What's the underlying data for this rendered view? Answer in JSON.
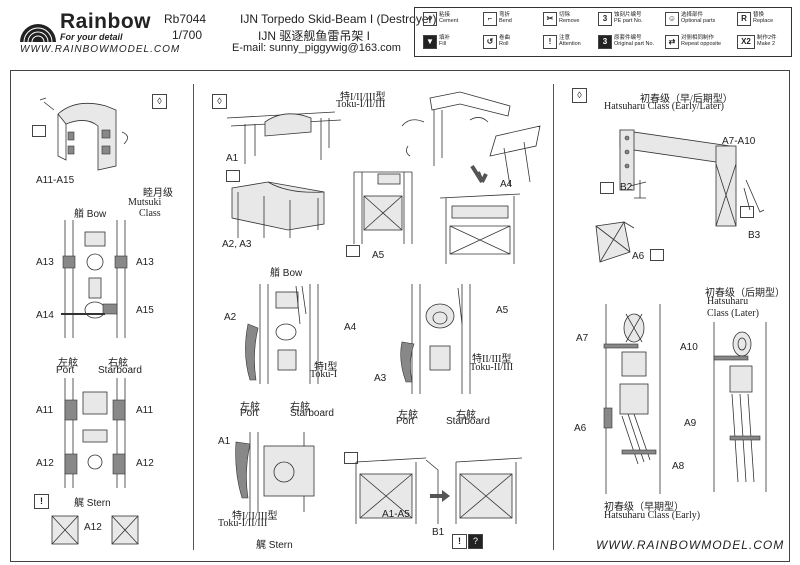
{
  "header": {
    "brand": "Rainbow",
    "tagline": "For your detail",
    "website": "WWW.RAINBOWMODEL.COM",
    "product_code": "Rb7044",
    "scale": "1/700",
    "title": "IJN Torpedo Skid-Beam I (Destroyer)",
    "subtitle": "IJN 驱逐舰鱼雷吊架 I",
    "email": "E-mail: sunny_piggywig@163.com"
  },
  "legend": [
    {
      "icon": "drop",
      "cn": "粘接",
      "en": "Cement"
    },
    {
      "icon": "fold",
      "cn": "弯折",
      "en": "Bend"
    },
    {
      "icon": "cut",
      "cn": "切除",
      "en": "Remove"
    },
    {
      "icon": "3",
      "cn": "蚀刻片编号",
      "en": "PE part No."
    },
    {
      "icon": "smile",
      "cn": "选择部件",
      "en": "Optional parts"
    },
    {
      "icon": "R",
      "cn": "替换",
      "en": "Replace"
    },
    {
      "icon": "fill",
      "cn": "填补",
      "en": "Fill"
    },
    {
      "icon": "roll",
      "cn": "卷曲",
      "en": "Roll"
    },
    {
      "icon": "!",
      "cn": "注意",
      "en": "Attention"
    },
    {
      "icon": "3",
      "cn": "原套件编号",
      "en": "Original part No."
    },
    {
      "icon": "repeat",
      "cn": "对侧相同制作",
      "en": "Repeat opposite"
    },
    {
      "icon": "X2",
      "cn": "制作2件",
      "en": "Make 2"
    }
  ],
  "left": {
    "parts_label": "A11-A15",
    "class_cn": "睦月级",
    "class_en1": "Mutsuki",
    "class_en2": "Class",
    "bow": "艏 Bow",
    "callouts": [
      "A13",
      "A13",
      "A14",
      "A15",
      "A11",
      "A11",
      "A12",
      "A12",
      "A12"
    ],
    "port_cn": "左舷",
    "port": "Port",
    "starboard_cn": "右舷",
    "starboard": "Starboard",
    "stern": "艉 Stern"
  },
  "middle": {
    "toku_cn": "特I/II/III型",
    "toku_en": "Toku-I/II/III",
    "a1": "A1",
    "a2a3": "A2, A3",
    "a4": "A4",
    "a5": "A5",
    "bow": "艏 Bow",
    "a2": "A2",
    "a4b": "A4",
    "toku1_cn": "特I型",
    "toku1_en": "Toku-I",
    "a5b": "A5",
    "a3": "A3",
    "toku23_cn": "特II/III型",
    "toku23_en": "Toku-II/III",
    "port_cn": "左舷",
    "port": "Port",
    "starboard_cn": "右舷",
    "starboard": "Starboard",
    "port_cn2": "左舷",
    "port2": "Port",
    "starboard_cn2": "右舷",
    "starboard2": "Starboard",
    "a1b": "A1",
    "toku_cn2": "特I/II/III型",
    "toku_en2": "Toku-I/II/III",
    "stern": "艉 Stern",
    "a1a5": "A1-A5",
    "b1": "B1"
  },
  "right": {
    "hats_cn": "初春级（早/后期型）",
    "hats_en": "Hatsuharu Class (Early/Later)",
    "a7a10": "A7-A10",
    "b2": "B2",
    "b3": "B3",
    "a6": "A6",
    "later_cn": "初春级（后期型）",
    "later_en1": "Hatsuharu",
    "later_en2": "Class (Later)",
    "a7": "A7",
    "a10": "A10",
    "a6b": "A6",
    "a9": "A9",
    "a8": "A8",
    "early_cn": "初春级（早期型）",
    "early_en": "Hatsuharu Class (Early)"
  },
  "footer": "WWW.RAINBOWMODEL.COM"
}
